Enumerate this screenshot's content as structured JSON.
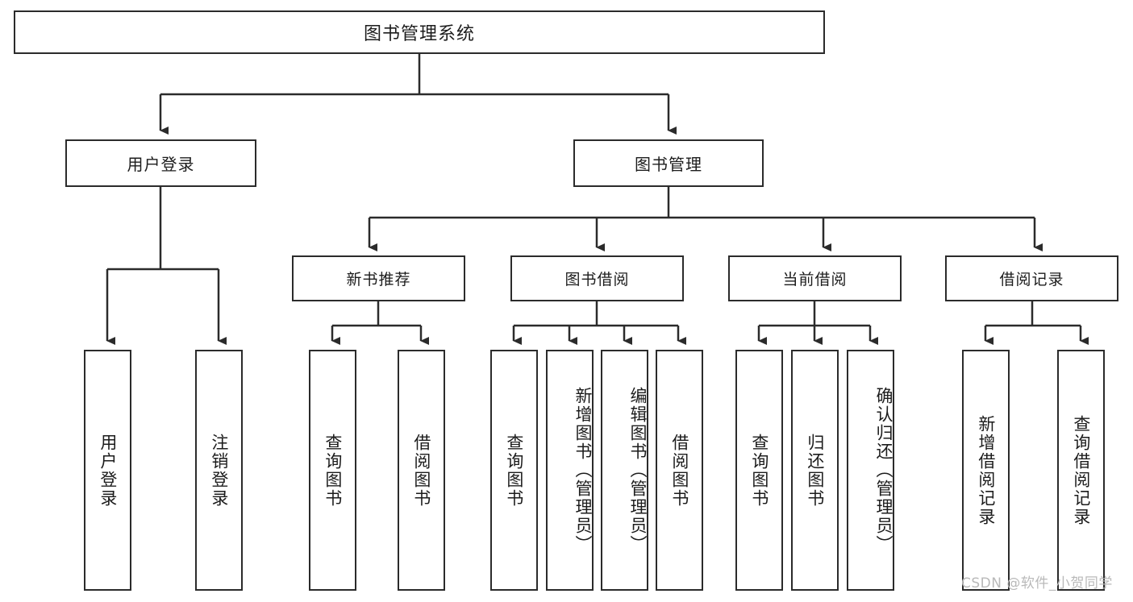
{
  "diagram": {
    "title": "图书管理系统",
    "type": "functional-structure-tree",
    "root": {
      "label": "图书管理系统"
    },
    "level2": [
      {
        "id": "user-login",
        "label": "用户登录"
      },
      {
        "id": "book-management",
        "label": "图书管理"
      }
    ],
    "level3": [
      {
        "id": "new-book-recommend",
        "label": "新书推荐"
      },
      {
        "id": "book-borrow",
        "label": "图书借阅"
      },
      {
        "id": "current-borrow",
        "label": "当前借阅"
      },
      {
        "id": "borrow-record",
        "label": "借阅记录"
      }
    ],
    "leaves": {
      "user_login": [
        {
          "id": "leaf-user-login",
          "label": "用户登录"
        },
        {
          "id": "leaf-logout",
          "label": "注销登录"
        }
      ],
      "new_book_recommend": [
        {
          "id": "leaf-query-book-1",
          "label": "查询图书"
        },
        {
          "id": "leaf-borrow-book-1",
          "label": "借阅图书"
        }
      ],
      "book_borrow": [
        {
          "id": "leaf-query-book-2",
          "label": "查询图书"
        },
        {
          "id": "leaf-add-book",
          "label": "新增图书（管理员）"
        },
        {
          "id": "leaf-edit-book",
          "label": "编辑图书（管理员）"
        },
        {
          "id": "leaf-borrow-book-2",
          "label": "借阅图书"
        }
      ],
      "current_borrow": [
        {
          "id": "leaf-query-book-3",
          "label": "查询图书"
        },
        {
          "id": "leaf-return-book",
          "label": "归还图书"
        },
        {
          "id": "leaf-confirm-return",
          "label": "确认归还（管理员）"
        }
      ],
      "borrow_record": [
        {
          "id": "leaf-add-record",
          "label": "新增借阅记录"
        },
        {
          "id": "leaf-query-record",
          "label": "查询借阅记录"
        }
      ]
    },
    "colors": {
      "stroke": "#2b2b2b",
      "fill": "#ffffff",
      "text": "#1c1c1c",
      "watermark": "#b9b9b9"
    }
  },
  "watermark": {
    "text": "CSDN @软件_小贺同学"
  }
}
